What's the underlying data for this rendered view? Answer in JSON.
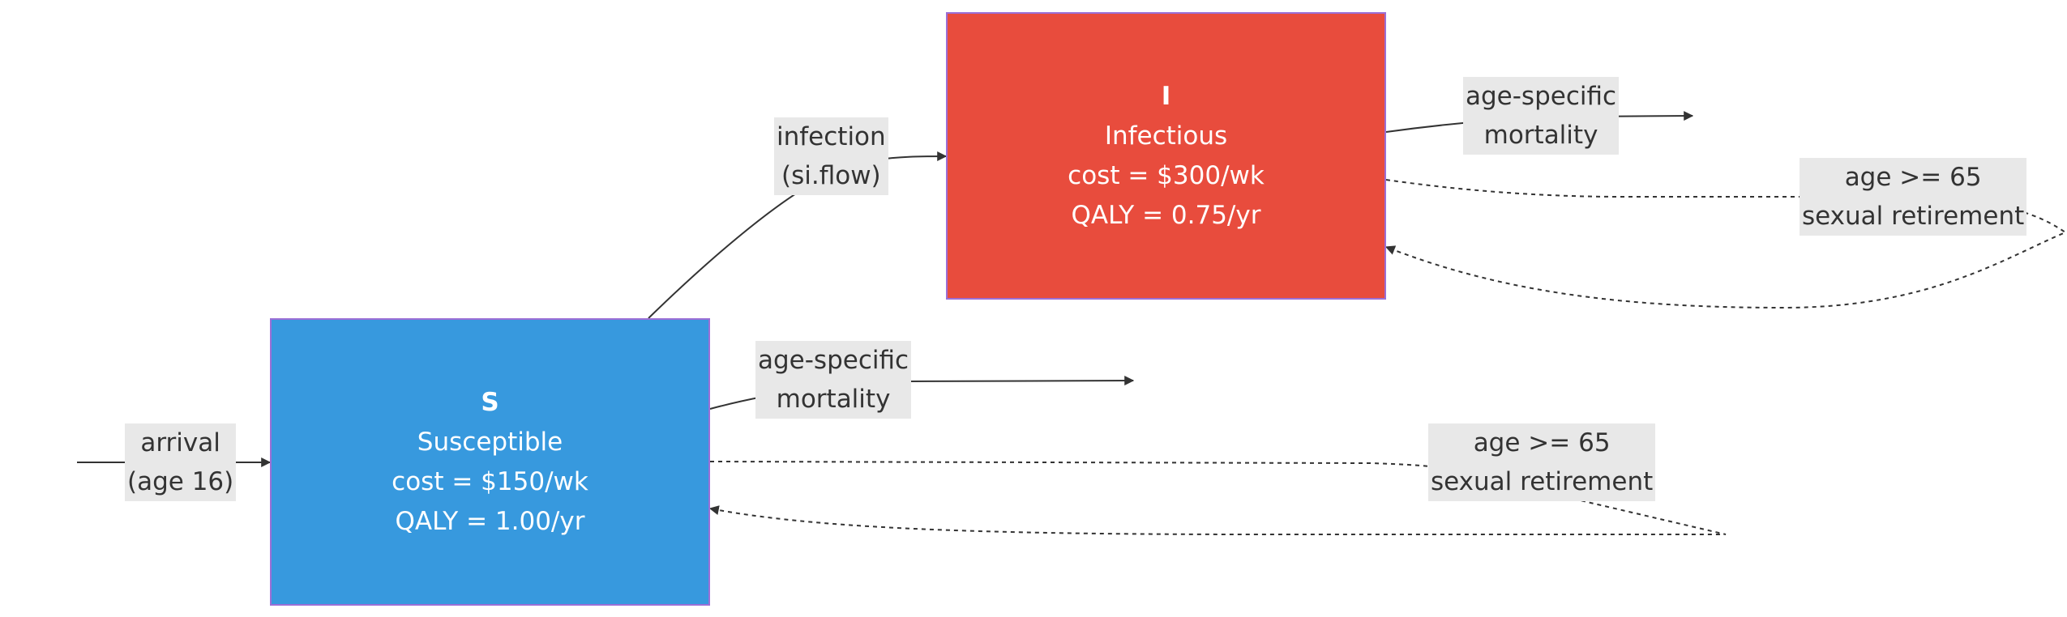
{
  "colors": {
    "susceptible_fill": "#3799de",
    "infectious_fill": "#e84c3d",
    "node_border": "#9b6fd6",
    "edge_label_bg": "#e8e8e8",
    "edge_color": "#333333"
  },
  "nodes": {
    "s": {
      "id": "S",
      "name": "Susceptible",
      "cost": "cost = $150/wk",
      "qaly": "QALY = 1.00/yr"
    },
    "i": {
      "id": "I",
      "name": "Infectious",
      "cost": "cost = $300/wk",
      "qaly": "QALY = 0.75/yr"
    }
  },
  "edges": {
    "arrival": {
      "line1": "arrival",
      "line2": "(age 16)"
    },
    "infection": {
      "line1": "infection",
      "line2": "(si.flow)"
    },
    "s_mortality": {
      "line1": "age-specific",
      "line2": "mortality"
    },
    "s_retirement": {
      "line1": "age >= 65",
      "line2": "sexual retirement"
    },
    "i_mortality": {
      "line1": "age-specific",
      "line2": "mortality"
    },
    "i_retirement": {
      "line1": "age >= 65",
      "line2": "sexual retirement"
    }
  }
}
